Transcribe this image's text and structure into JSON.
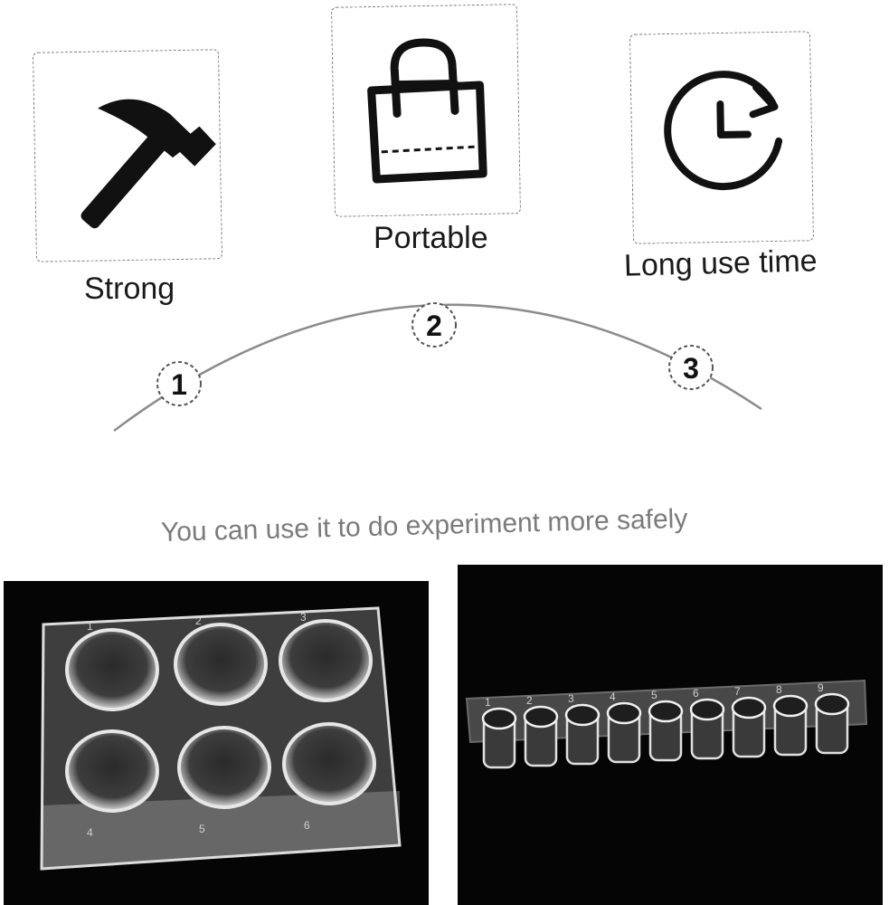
{
  "features": [
    {
      "label": "Strong",
      "number": "1",
      "icon": "hammer-icon"
    },
    {
      "label": "Portable",
      "number": "2",
      "icon": "shopping-bag-icon"
    },
    {
      "label": "Long use time",
      "number": "3",
      "icon": "clock-refresh-icon"
    }
  ],
  "tagline": "You can use it to do experiment more safely",
  "photos": {
    "plate_well_numbers": [
      "1",
      "2",
      "3",
      "4",
      "5",
      "6"
    ],
    "strip_well_numbers": [
      "1",
      "2",
      "3",
      "4",
      "5",
      "6",
      "7",
      "8",
      "9"
    ]
  }
}
